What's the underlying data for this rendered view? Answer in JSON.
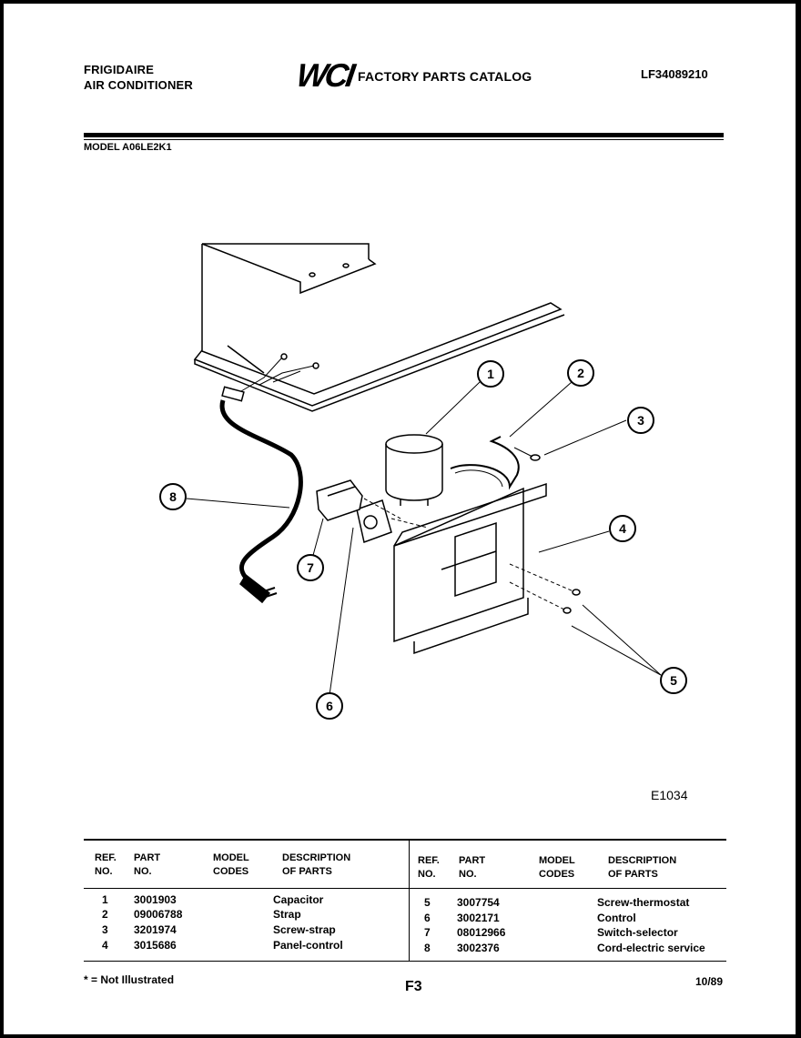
{
  "header": {
    "brand_line1": "FRIGIDAIRE",
    "brand_line2": "AIR CONDITIONER",
    "logo_text": "WCI",
    "catalog_title": "FACTORY PARTS CATALOG",
    "catalog_number": "LF34089210",
    "model_line": "MODEL A06LE2K1"
  },
  "diagram": {
    "code": "E1034",
    "callouts": [
      "1",
      "2",
      "3",
      "4",
      "5",
      "6",
      "7",
      "8"
    ]
  },
  "parts_table": {
    "headers": {
      "ref_no": "REF.\nNO.",
      "part_no": "PART\nNO.",
      "model_codes": "MODEL\nCODES",
      "description": "DESCRIPTION\nOF PARTS"
    },
    "left_rows": [
      {
        "ref": "1",
        "part": "3001903",
        "codes": "",
        "desc": "Capacitor"
      },
      {
        "ref": "2",
        "part": "09006788",
        "codes": "",
        "desc": "Strap"
      },
      {
        "ref": "3",
        "part": "3201974",
        "codes": "",
        "desc": "Screw-strap"
      },
      {
        "ref": "4",
        "part": "3015686",
        "codes": "",
        "desc": "Panel-control"
      }
    ],
    "right_rows": [
      {
        "ref": "5",
        "part": "3007754",
        "codes": "",
        "desc": "Screw-thermostat"
      },
      {
        "ref": "6",
        "part": "3002171",
        "codes": "",
        "desc": "Control"
      },
      {
        "ref": "7",
        "part": "08012966",
        "codes": "",
        "desc": "Switch-selector"
      },
      {
        "ref": "8",
        "part": "3002376",
        "codes": "",
        "desc": "Cord-electric service"
      }
    ]
  },
  "footer": {
    "footnote": "* = Not Illustrated",
    "page": "F3",
    "date": "10/89"
  }
}
